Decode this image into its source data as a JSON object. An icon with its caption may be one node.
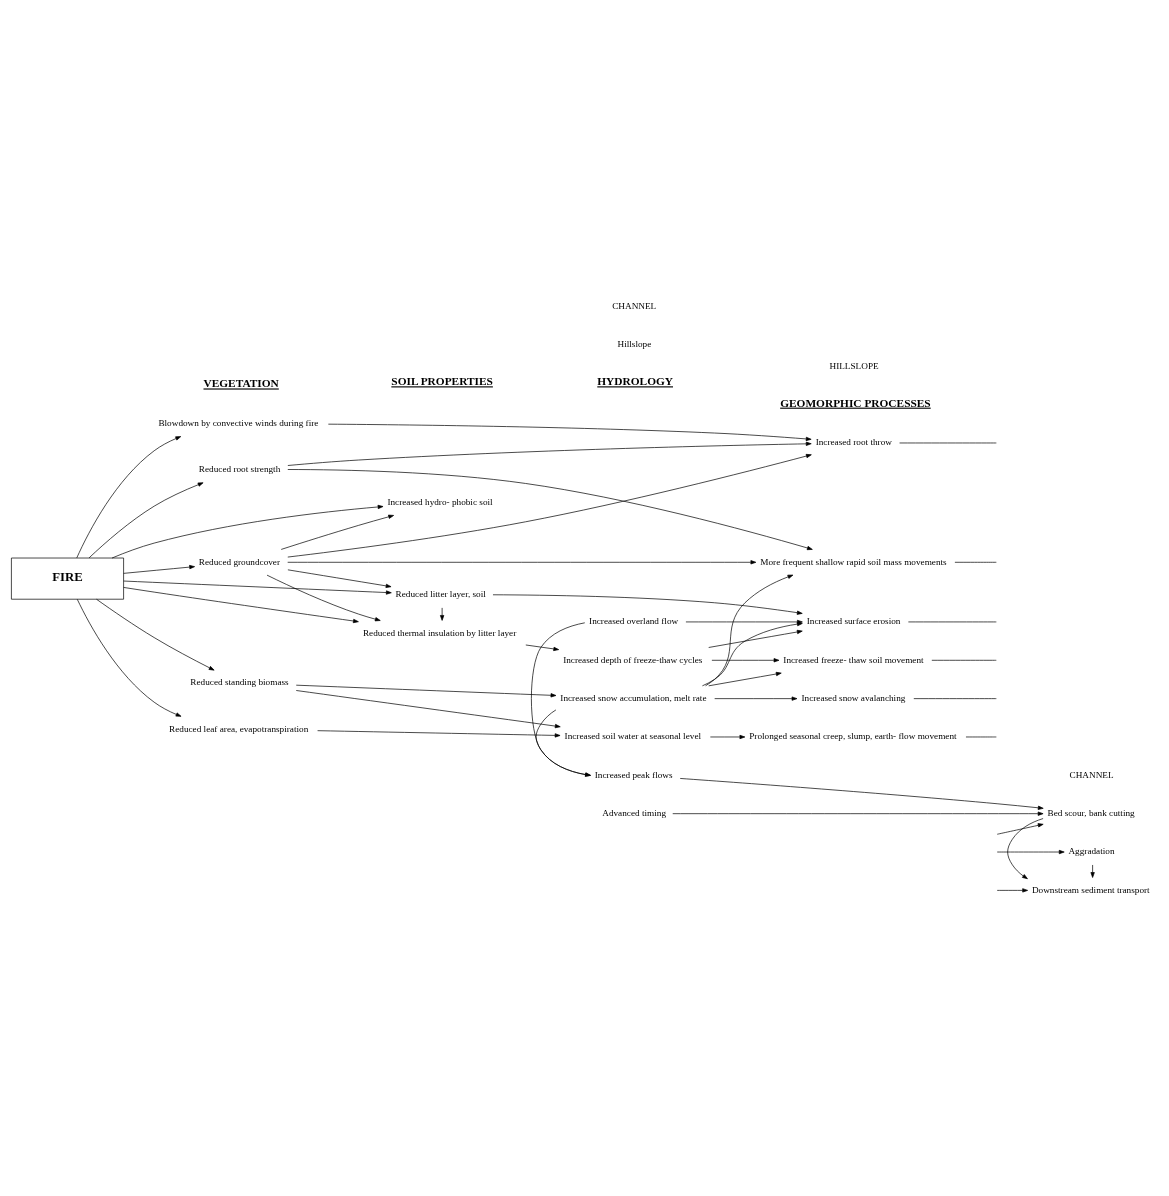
{
  "diagram": {
    "nodes": [
      {
        "text": [
          "FIRE"
        ]
      },
      {
        "text": [
          "Blowdown by convective winds during fire"
        ]
      },
      {
        "text": [
          "Reduced root strength"
        ]
      },
      {
        "text": [
          "Reduced groundcover"
        ]
      },
      {
        "text": [
          "Reduced leaf area, evapotranspiration"
        ]
      },
      {
        "text": [
          "Reduced standing biomass"
        ]
      },
      {
        "text": [
          "Reduced litter layer, soil"
        ]
      },
      {
        "text": [
          "Increased hydro- phobic soil"
        ]
      },
      {
        "text": [
          "Reduced thermal insulation by litter layer"
        ]
      },
      {
        "text": [
          "Increased soil water at seasonal level"
        ]
      },
      {
        "text": [
          "Increased snow accumulation, melt rate"
        ]
      },
      {
        "text": [
          "Increased overland flow"
        ]
      },
      {
        "text": [
          "Increased depth of freeze-thaw cycles"
        ]
      },
      {
        "text": [
          "Increased peak flows"
        ]
      },
      {
        "text": [
          "Advanced timing"
        ]
      },
      {
        "text": [
          "Increased root throw"
        ]
      },
      {
        "text": [
          "Increased surface erosion"
        ]
      },
      {
        "text": [
          "More frequent shallow rapid soil mass movements"
        ]
      },
      {
        "text": [
          "Prolonged seasonal creep, slump, earth- flow movement"
        ]
      },
      {
        "text": [
          "Increased snow avalanching"
        ]
      },
      {
        "text": [
          "Increased freeze- thaw soil movement"
        ]
      },
      {
        "text": [
          "Downstream sediment transport"
        ]
      },
      {
        "text": [
          "Bed scour, bank cutting"
        ]
      },
      {
        "text": [
          "Aggradation"
        ]
      }
    ],
    "edges": [
      {
        "from": 0,
        "to": 1,
        "arrow": "to"
      },
      {
        "from": 0,
        "to": 2,
        "arrow": "to"
      },
      {
        "from": 0,
        "to": 3,
        "arrow": "to"
      },
      {
        "from": 0,
        "to": 4,
        "arrow": "to"
      },
      {
        "from": 0,
        "to": 5,
        "arrow": "to"
      },
      {
        "from": 0,
        "to": 6,
        "arrow": "to"
      },
      {
        "from": 0,
        "to": 7,
        "arrow": "to"
      },
      {
        "from": 0,
        "to": 8,
        "arrow": "to"
      },
      {
        "from": 3,
        "to": 6,
        "arrow": "to"
      },
      {
        "from": 3,
        "to": 7,
        "arrow": "to"
      },
      {
        "from": 3,
        "to": 8,
        "arrow": "to"
      },
      {
        "from": 1,
        "to": 15,
        "arrow": "to"
      },
      {
        "from": 2,
        "to": 15,
        "arrow": "to"
      },
      {
        "from": 3,
        "to": 15,
        "arrow": "to"
      },
      {
        "from": 2,
        "to": 17,
        "arrow": "to"
      },
      {
        "from": 3,
        "to": 17,
        "arrow": "to"
      },
      {
        "from": 4,
        "to": 9,
        "arrow": "to"
      },
      {
        "from": 5,
        "to": 10,
        "arrow": "to"
      },
      {
        "from": 5,
        "to": 9,
        "arrow": "to"
      },
      {
        "from": 6,
        "to": 16,
        "arrow": "to"
      },
      {
        "from": 6,
        "to": 8,
        "arrow": "to"
      },
      {
        "from": 8,
        "to": 12,
        "arrow": "to"
      },
      {
        "from": 9,
        "to": 18,
        "arrow": "to"
      },
      {
        "from": 10,
        "to": 17,
        "arrow": "to"
      },
      {
        "from": 10,
        "to": 19,
        "arrow": "to"
      },
      {
        "from": 10,
        "to": 16,
        "arrow": "to"
      },
      {
        "from": 10,
        "to": 20,
        "arrow": "to"
      },
      {
        "from": 12,
        "to": 16,
        "arrow": "to"
      },
      {
        "from": 12,
        "to": 20,
        "arrow": "to"
      },
      {
        "from": 10,
        "to": 13,
        "arrow": "to"
      },
      {
        "from": 11,
        "to": 16,
        "arrow": "to"
      },
      {
        "from": 11,
        "to": 13,
        "arrow": "to"
      },
      {
        "from": 13,
        "to": 22,
        "arrow": "to"
      },
      {
        "from": 14,
        "to": 22,
        "arrow": "to"
      },
      {
        "from": 22,
        "to": 21,
        "arrow": "to"
      },
      {
        "from": 23,
        "to": 21,
        "arrow": "to"
      },
      {
        "from": 15,
        "to": null,
        "arrow": "none"
      },
      {
        "from": 16,
        "to": null,
        "arrow": "none"
      },
      {
        "from": 17,
        "to": null,
        "arrow": "none"
      },
      {
        "from": 18,
        "to": null,
        "arrow": "none"
      },
      {
        "from": 19,
        "to": null,
        "arrow": "none"
      },
      {
        "from": 20,
        "to": null,
        "arrow": "none"
      },
      {
        "from": null,
        "to": 21,
        "arrow": "to"
      },
      {
        "from": null,
        "to": 22,
        "arrow": "to"
      },
      {
        "from": null,
        "to": 23,
        "arrow": "to"
      }
    ],
    "labels": [
      "GEOMORPHIC PROCESSES",
      "VEGETATION",
      "HILLSLOPE",
      "HYDROLOGY",
      "Hillslope",
      "SOIL PROPERTIES",
      "CHANNEL",
      "CHANNEL"
    ]
  }
}
